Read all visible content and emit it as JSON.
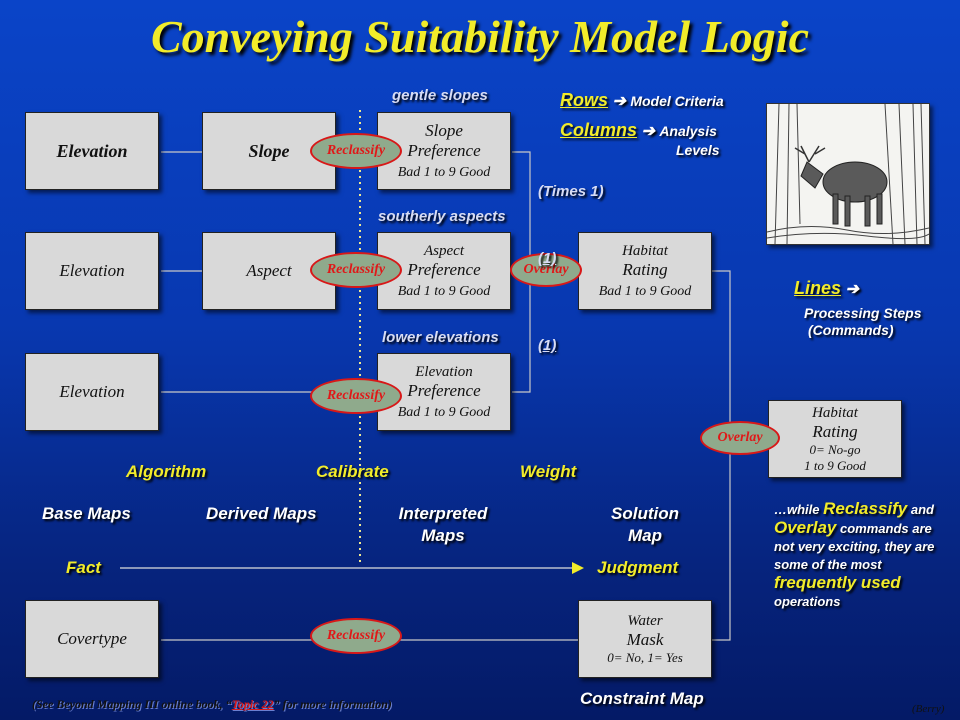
{
  "title": "Conveying Suitability Model Logic",
  "legend": {
    "rows_key": "Rows",
    "rows_val": "Model Criteria",
    "columns_key": "Columns",
    "columns_val": "Analysis",
    "columns_val2": "Levels",
    "lines_key": "Lines",
    "lines_val": "Processing Steps",
    "lines_val2": "(Commands)"
  },
  "boxes": {
    "elevation1": "Elevation",
    "slope": "Slope",
    "slope_pref_1": "Slope",
    "slope_pref_2": "Preference",
    "slope_pref_3": "Bad 1 to 9 Good",
    "elevation2": "Elevation",
    "aspect": "Aspect",
    "aspect_pref_1": "Aspect",
    "aspect_pref_2": "Preference",
    "aspect_pref_3": "Bad 1 to 9 Good",
    "habitat1_1": "Habitat",
    "habitat1_2": "Rating",
    "habitat1_3": "Bad 1 to 9 Good",
    "elevation3": "Elevation",
    "elev_pref_1": "Elevation",
    "elev_pref_2": "Preference",
    "elev_pref_3": "Bad 1 to 9 Good",
    "habitat2_1": "Habitat",
    "habitat2_2": "Rating",
    "habitat2_3": "0= No-go",
    "habitat2_4": "1 to 9 Good",
    "covertype": "Covertype",
    "water_1": "Water",
    "water_2": "Mask",
    "water_3": "0= No, 1= Yes"
  },
  "ovals": {
    "reclassify": "Reclassify",
    "overlay": "Overlay"
  },
  "labels": {
    "gentle_slopes": "gentle slopes",
    "southerly_aspects": "southerly aspects",
    "lower_elevations": "lower elevations",
    "times1": "(Times 1)",
    "one_a": "(1)",
    "one_b": "(1)",
    "algorithm": "Algorithm",
    "calibrate": "Calibrate",
    "weight": "Weight",
    "base_maps": "Base Maps",
    "derived_maps": "Derived Maps",
    "interpreted_1": "Interpreted",
    "interpreted_2": "Maps",
    "solution_1": "Solution",
    "solution_2": "Map",
    "fact": "Fact",
    "judgment": "Judgment",
    "constraint_map": "Constraint Map"
  },
  "note": {
    "p1": "…while ",
    "reclassify": "Reclassify",
    "p2": " and ",
    "overlay": "Overlay",
    "p3": " commands are not very exciting, they are some of the most ",
    "freq": "frequently used",
    "p4": " operations"
  },
  "footer": {
    "pre": "(See Beyond Mapping III online book, “",
    "link": "Topic 22",
    "post": "” for more information)",
    "credit": "(Berry)"
  }
}
